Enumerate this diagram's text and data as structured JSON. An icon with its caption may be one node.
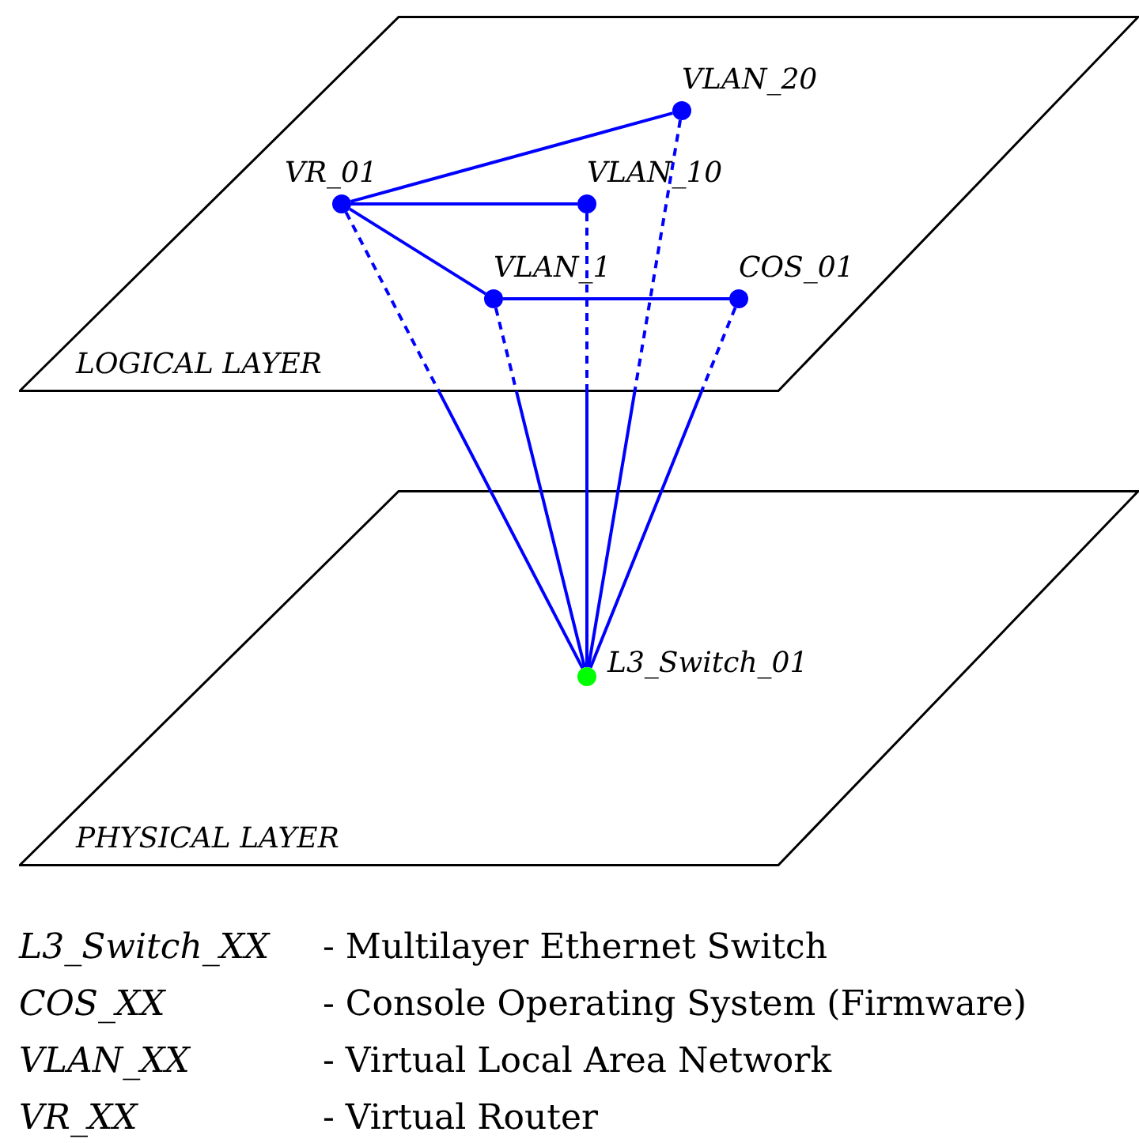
{
  "diagram": {
    "nodes": [
      {
        "text": [
          "LOGICAL LAYER"
        ]
      },
      {
        "text": [],
        "shape": "circle",
        "beside": [
          "VR_01"
        ],
        "in": 0
      },
      {
        "text": [],
        "shape": "circle",
        "beside": [
          "VLAN_20"
        ],
        "in": 0
      },
      {
        "text": [],
        "shape": "circle",
        "beside": [
          "VLAN_10"
        ],
        "in": 0
      },
      {
        "text": [],
        "shape": "circle",
        "beside": [
          "VLAN_1"
        ],
        "in": 0
      },
      {
        "text": [],
        "shape": "circle",
        "beside": [
          "COS_01"
        ],
        "in": 0
      },
      {
        "text": [
          "PHYSICAL LAYER"
        ]
      },
      {
        "text": [],
        "shape": "circle",
        "beside": [
          "L3_Switch_01"
        ],
        "in": 6
      }
    ],
    "edges": [
      {
        "from": 1,
        "to": 2,
        "arrow": "none"
      },
      {
        "from": 1,
        "to": 3,
        "arrow": "none"
      },
      {
        "from": 1,
        "to": 4,
        "arrow": "none"
      },
      {
        "from": 4,
        "to": 5,
        "arrow": "none"
      },
      {
        "from": 1,
        "to": 7,
        "arrow": "none",
        "style": "dashed"
      },
      {
        "from": 4,
        "to": 7,
        "arrow": "none",
        "style": "dashed"
      },
      {
        "from": 3,
        "to": 7,
        "arrow": "none",
        "style": "dashed"
      },
      {
        "from": 2,
        "to": 7,
        "arrow": "none",
        "style": "dashed"
      },
      {
        "from": 5,
        "to": 7,
        "arrow": "none",
        "style": "dashed"
      }
    ],
    "labels": [
      "L3_Switch_XX",
      "- Multilayer Ethernet Switch",
      "COS_XX",
      "- Console Operating System (Firmware)",
      "VLAN_XX",
      "- Virtual Local Area Network",
      "VR_XX",
      "- Virtual Router"
    ]
  }
}
